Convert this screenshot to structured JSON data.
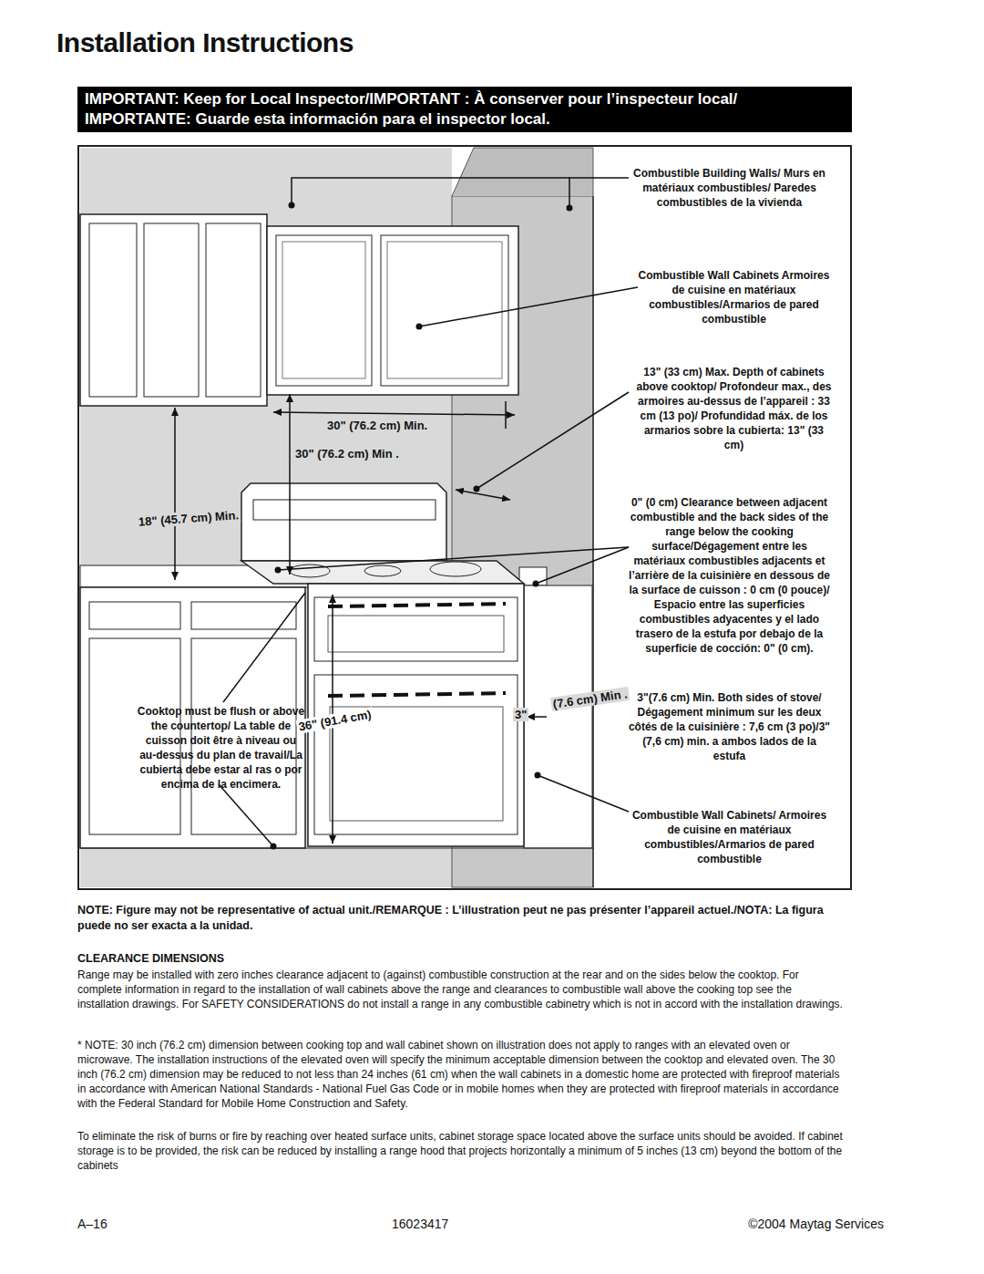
{
  "diagram": {
    "title": "Installation Instructions",
    "nodes": [
      {
        "text": [
          "IMPORTANT: Keep for Local Inspector/IMPORTANT : À conserver pour l’inspecteur local/ IMPORTANTE: Guarde esta información para el inspector local."
        ]
      }
    ],
    "labels": [
      "Combustible Building Walls/ Murs en matériaux combustibles/ Paredes combustibles de la vivienda",
      "Combustible Wall Cabinets Armoires de cuisine en matériaux combustibles/Armarios de pared combustible",
      "13\" (33 cm) Max. Depth of cabinets above cooktop/ Profondeur max., des armoires au-dessus de l’appareil : 33 cm (13 po)/ Profundidad máx. de los armarios sobre la cubierta: 13\" (33 cm)",
      "0\" (0 cm) Clearance between adjacent combustible and the back sides of the range below the cooking surface/Dégagement entre les matériaux combustibles adjacents et l’arrière de la cuisinière en dessous de la surface de cuisson : 0 cm (0 pouce)/ Espacio entre las superficies combustibles adyacentes y el lado trasero de la estufa por debajo de la superficie de cocción: 0\" (0 cm).",
      "3\"(7.6 cm) Min. Both sides of stove/ Dégagement minimum sur les deux côtés de la cuisinière : 7,6 cm (3 po)/3\" (7,6 cm) min. a ambos lados de la estufa",
      "Combustible Wall Cabinets/ Armoires de cuisine en matériaux combustibles/Armarios de pared combustible",
      "30\" (76.2 cm) Min.",
      "30\" (76.2 cm) Min .",
      "18\" (45.7 cm) Min.",
      "36\" (91.4 cm)",
      "3\"",
      "(7.6 cm) Min .",
      "Cooktop must be flush or above the countertop/ La table de cuisson doit être à niveau ou au-dessus du plan de travail/La cubierta debe estar al ras o por encima de la encimera.",
      "NOTE: Figure may not be representative of actual unit./REMARQUE : L’illustration peut ne pas présenter l’appareil actuel./NOTA: La figura puede no ser exacta a la unidad.",
      "CLEARANCE DIMENSIONS",
      "Range may be installed with zero inches clearance adjacent to (against) combustible construction at the rear and on the sides below the cooktop. For complete information in regard to the installation of wall cabinets above the range and clearances to combustible wall above the cooking top see the installation drawings. For SAFETY CONSIDERATIONS do not install a range in any combustible cabinetry which is not in accord with the installation drawings.",
      "* NOTE: 30 inch (76.2 cm) dimension between cooking top and wall cabinet shown on illustration does not apply to ranges with an elevated oven or microwave. The installation instructions of the elevated oven will specify the minimum acceptable dimension between the cooktop and elevated oven. The 30 inch (76.2 cm) dimension may be reduced to not less than 24 inches (61 cm) when the wall cabinets in a domestic home are protected with fireproof materials in accordance with American National Standards - National Fuel Gas Code or in mobile homes when they are protected with fireproof materials in accordance with the Federal Standard for Mobile Home Construction and Safety.",
      "To eliminate the risk of burns or fire by reaching over heated surface units, cabinet storage space located above the surface units should be avoided. If cabinet storage is to be provided, the risk can be reduced by installing a range hood that projects horizontally a minimum of 5 inches (13 cm) beyond the bottom of the cabinets",
      "A–16",
      "16023417",
      "©2004 Maytag Services"
    ]
  }
}
